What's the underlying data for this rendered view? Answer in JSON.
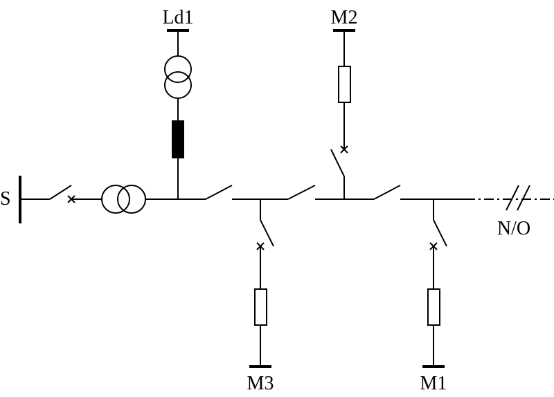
{
  "labels": {
    "source": "S",
    "load1": "Ld1",
    "motor1": "M1",
    "motor2": "M2",
    "motor3": "M3",
    "normally_open": "N/O"
  }
}
